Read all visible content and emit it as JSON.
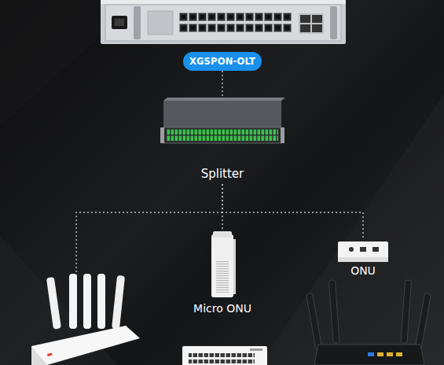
{
  "diagram": {
    "nodes": [
      {
        "text": [
          "XGSPON-OLT"
        ]
      },
      {
        "text": [
          "Splitter"
        ]
      },
      {
        "text": [
          "Micro ONU"
        ]
      },
      {
        "text": [
          "ONU"
        ]
      }
    ],
    "edges": [
      {
        "from": 0,
        "to": 1,
        "arrow": "none"
      },
      {
        "from": 1,
        "to": 2,
        "arrow": "none"
      },
      {
        "from": 1,
        "to": 3,
        "arrow": "none"
      }
    ]
  }
}
